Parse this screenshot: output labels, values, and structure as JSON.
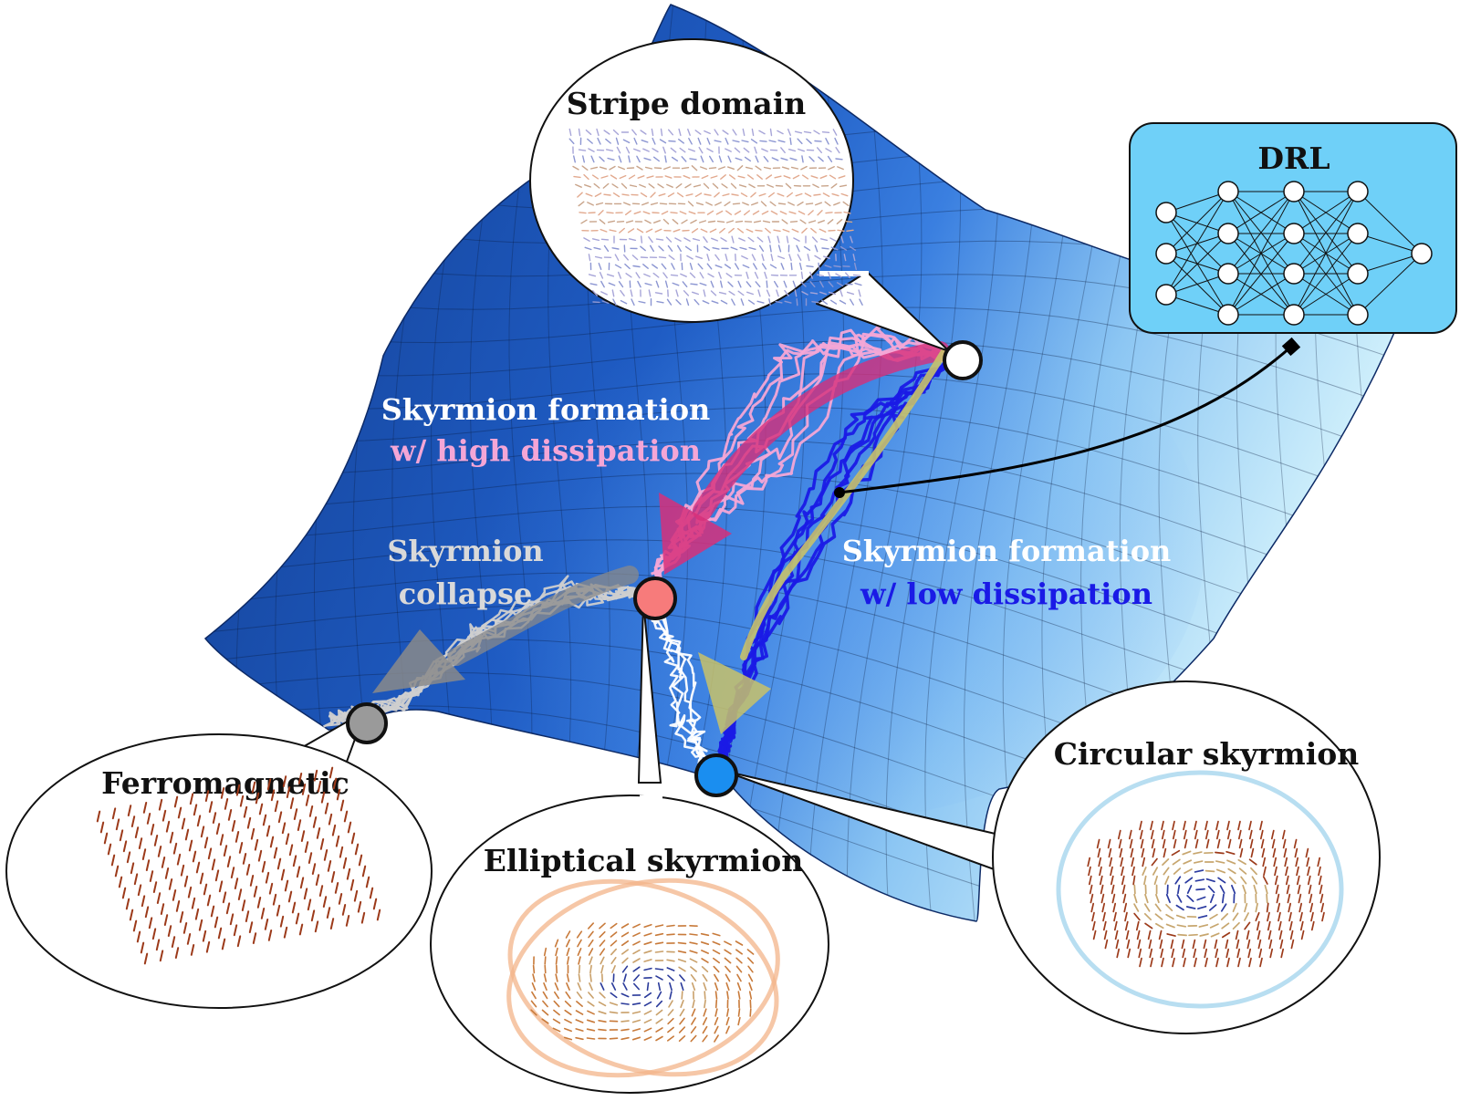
{
  "states": {
    "stripe": {
      "title": "Stripe domain"
    },
    "ferro": {
      "title": "Ferromagnetic"
    },
    "elliptical": {
      "title": "Elliptical skyrmion"
    },
    "circular": {
      "title": "Circular skyrmion"
    }
  },
  "drl": {
    "title": "DRL"
  },
  "paths": {
    "high": {
      "line1": "Skyrmion formation",
      "line2": "w/ high dissipation"
    },
    "low": {
      "line1": "Skyrmion formation",
      "line2": "w/ low dissipation"
    },
    "collapse": {
      "line1": "Skyrmion",
      "line2": "collapse"
    }
  },
  "colors": {
    "surface_dark": "#123c8c",
    "surface_light": "#c9ecfb",
    "high_dissipation": "#f4a6d6",
    "low_dissipation": "#1a1ae6",
    "collapse": "#c8c8c8",
    "drl_box": "#6fd0f8",
    "node_stripe": "#ffffff",
    "node_elliptical": "#f77b7b",
    "node_circular": "#1a8ef0",
    "node_ferro": "#9a9a9a"
  }
}
